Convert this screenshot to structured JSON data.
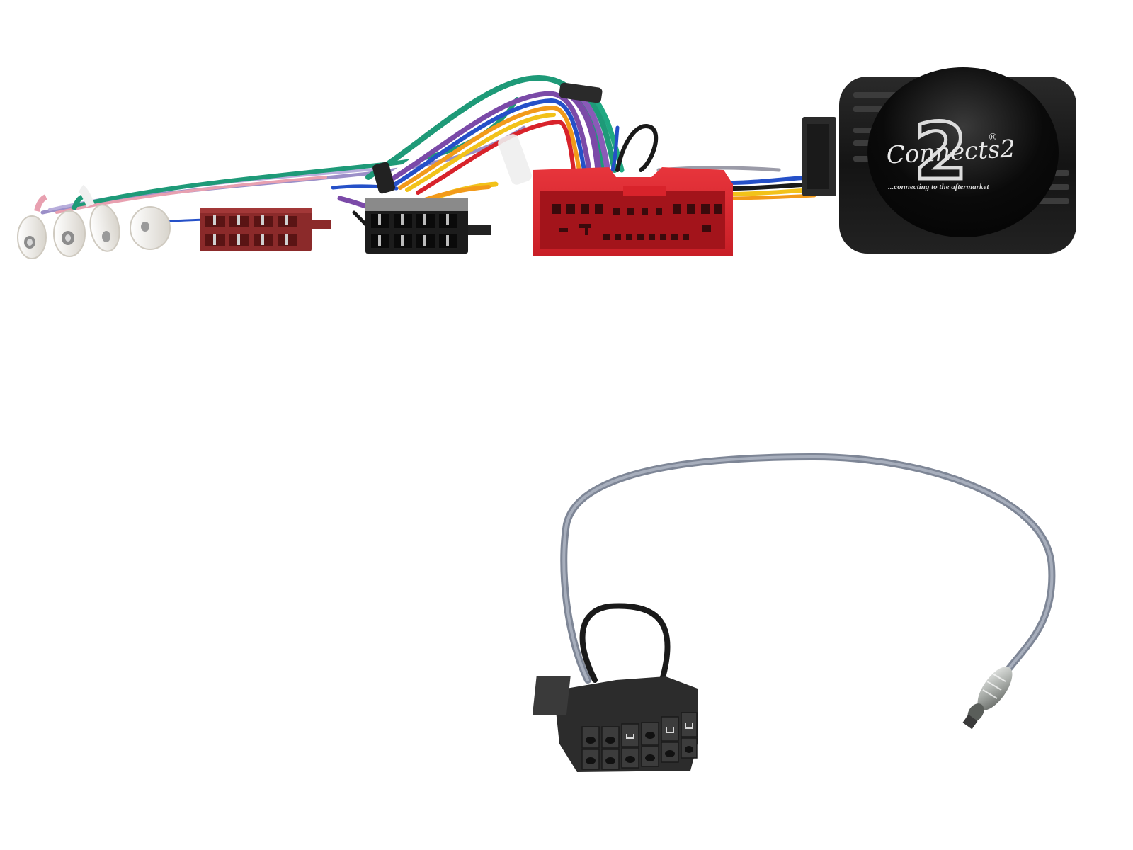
{
  "image": {
    "description": "Product photo of a Connects2 steering wheel control interface harness kit on a white background",
    "background_color": "#ffffff"
  },
  "interface_box": {
    "brand_logo": "Connects2",
    "brand_logo_numeral": "2",
    "registered_mark": "®",
    "tagline": "...connecting to the aftermarket",
    "body_color": "#1a1a1a"
  },
  "harness": {
    "connectors": [
      {
        "name": "iso-power-connector",
        "color": "#8b2a2a",
        "pins": 8
      },
      {
        "name": "iso-speaker-connector",
        "color": "#1c1c1c",
        "pins": 8
      },
      {
        "name": "vehicle-red-connector",
        "color": "#d8232b",
        "pins": 24
      },
      {
        "name": "bullet-terminals",
        "color": "#f2efe8",
        "count": 4
      }
    ],
    "wire_colors": [
      "#1e9a78",
      "#7b4aa8",
      "#2550c8",
      "#f29a1a",
      "#f2c21a",
      "#e07a9a",
      "#ffffff",
      "#222222",
      "#9b9ba8"
    ]
  },
  "patch_lead": {
    "connector": {
      "name": "12-pin-molex-connector",
      "color": "#2a2a2a",
      "pins": 12
    },
    "cable_color": "#8e96a6",
    "loop_wire_color": "#1a1a1a",
    "terminal": {
      "name": "antenna-jack-terminal",
      "color": "#c8ccc8"
    }
  }
}
